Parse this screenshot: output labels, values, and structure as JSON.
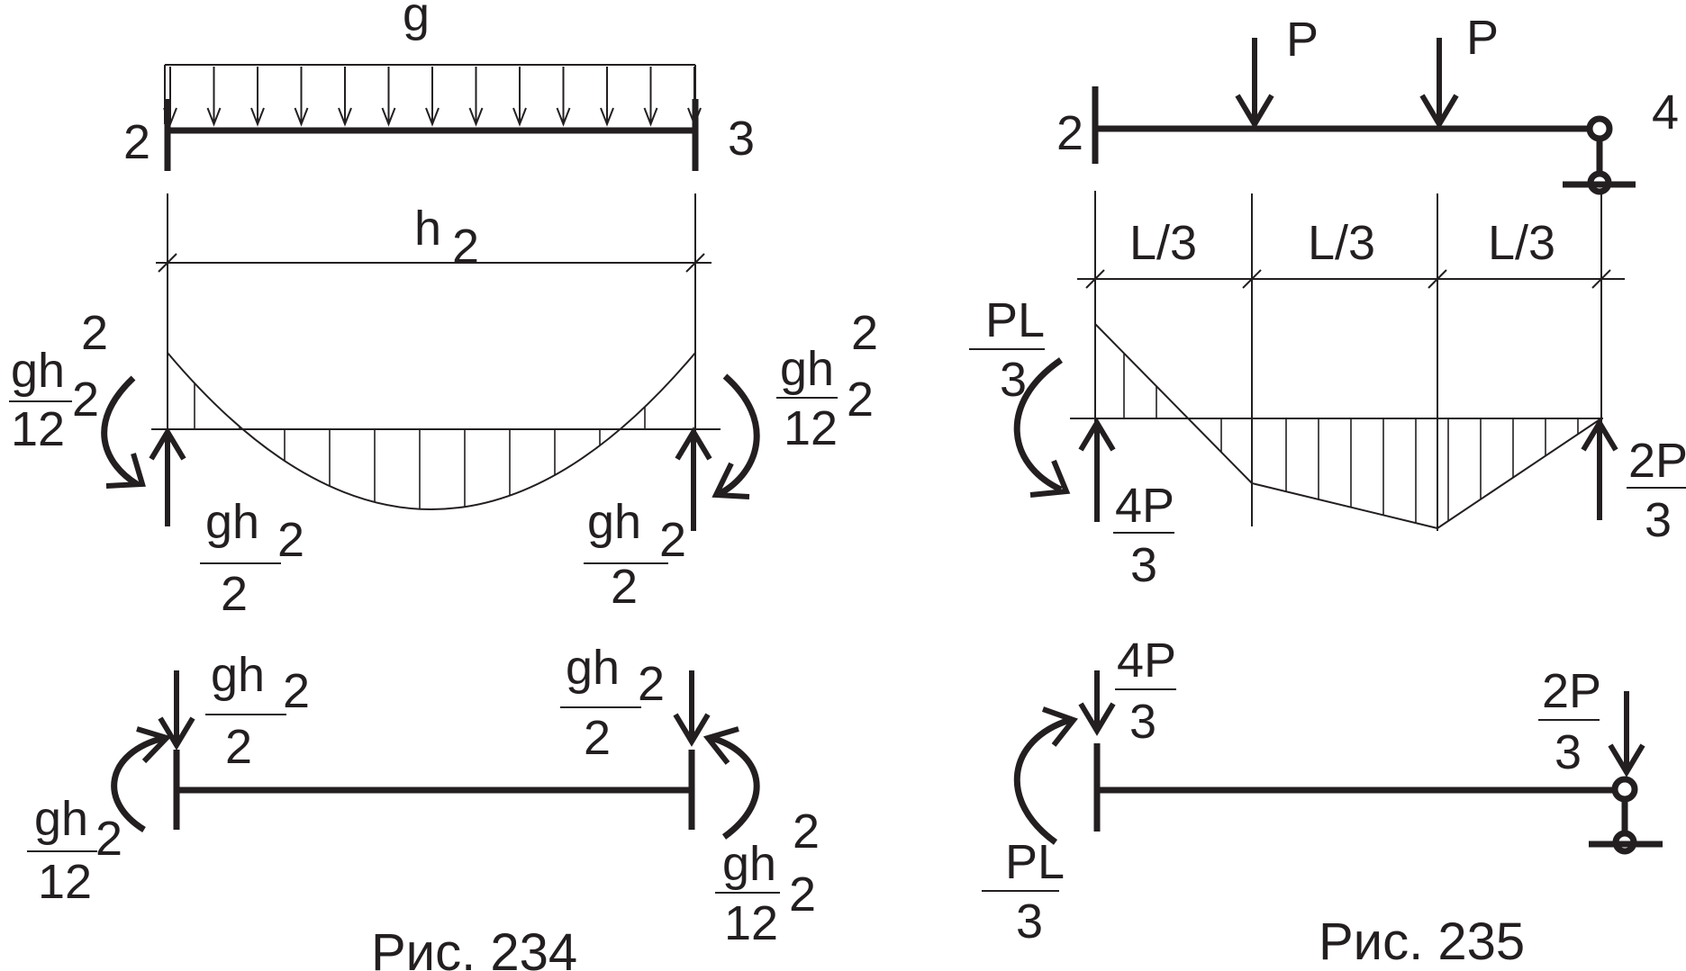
{
  "figure_234": {
    "load_label": "g",
    "node_left": "2",
    "node_right": "3",
    "dim_label": "h",
    "dim_sub": "2",
    "moment_left": {
      "num": "gh",
      "sub": "2",
      "sup": "2",
      "den": "12"
    },
    "moment_right": {
      "num": "gh",
      "sub": "2",
      "sup": "2",
      "den": "12"
    },
    "reaction_left": {
      "num": "gh",
      "sub": "2",
      "den": "2"
    },
    "reaction_right": {
      "num": "gh",
      "sub": "2",
      "den": "2"
    },
    "lower_force_left": {
      "num": "gh",
      "sub": "2",
      "den": "2"
    },
    "lower_force_right": {
      "num": "gh",
      "sub": "2",
      "den": "2"
    },
    "lower_moment_left": {
      "num": "gh",
      "sub": "2",
      "den": "12"
    },
    "lower_moment_right": {
      "num": "gh",
      "sub": "2",
      "sup": "2",
      "den": "12"
    },
    "caption": "Рис. 234"
  },
  "figure_235": {
    "load_label_1": "P",
    "load_label_2": "P",
    "node_left": "2",
    "node_right": "4",
    "dims": [
      "L/3",
      "L/3",
      "L/3"
    ],
    "moment_left": {
      "num": "PL",
      "den": "3"
    },
    "reaction_left": {
      "num": "4P",
      "den": "3"
    },
    "reaction_right": {
      "num": "2P",
      "den": "3"
    },
    "lower_force_left": {
      "num": "4P",
      "den": "3"
    },
    "lower_force_right": {
      "num": "2P",
      "den": "3"
    },
    "lower_moment_left": {
      "num": "PL",
      "den": "3"
    },
    "caption": "Рис. 235"
  }
}
